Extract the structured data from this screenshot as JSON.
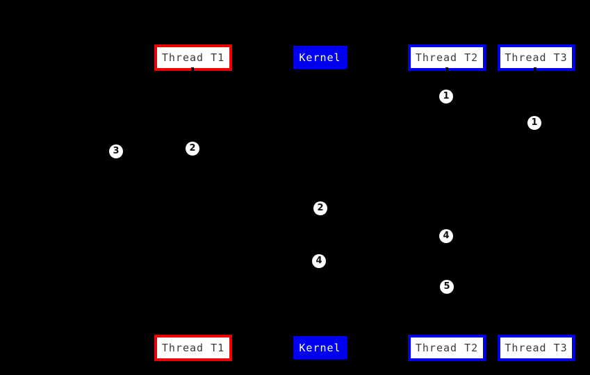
{
  "diagram_type": "thread-kernel sequence diagram",
  "background_color": "#000000",
  "actors": {
    "thread_t1": "Thread T1",
    "kernel": "Kernel",
    "thread_t2": "Thread T2",
    "thread_t3": "Thread T3"
  },
  "colors": {
    "thread_t1_border": "#ee0000",
    "thread_t2_border": "#0000ee",
    "thread_t3_border": "#0000ee",
    "kernel_fill": "#0000ee",
    "box_fill": "#ffffff",
    "box_text": "#3a3a3a",
    "kernel_text": "#ffffff",
    "marker_fill": "#ffffff",
    "marker_text": "#111111"
  },
  "markers": [
    {
      "label": "1"
    },
    {
      "label": "1"
    },
    {
      "label": "3"
    },
    {
      "label": "2"
    },
    {
      "label": "2"
    },
    {
      "label": "4"
    },
    {
      "label": "4"
    },
    {
      "label": "5"
    }
  ]
}
